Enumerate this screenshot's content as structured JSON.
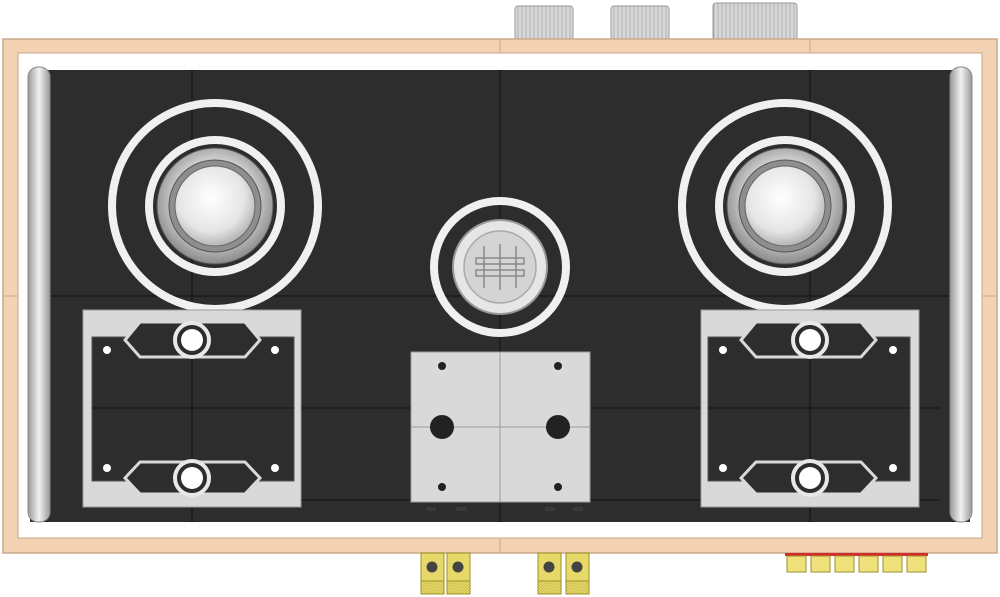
{
  "device": {
    "view": "top",
    "colors": {
      "frame_wood": "#f3d2b3",
      "frame_edge": "#c9a88a",
      "panel": "#2d2d2d",
      "panel_lines": "#111111",
      "metal_light": "#e8e8e8",
      "metal_mid": "#bdbdbd",
      "ring": "#f2f2f2",
      "plate": "#d9d9d9",
      "terminal_gold": "#e6d96a",
      "terminal_red": "#d42a2a"
    },
    "knobs_count": 3,
    "speaker_cones_count": 2,
    "center_tube_count": 1,
    "output_transformer_plates_count": 2,
    "power_transformer_plate_count": 1,
    "speaker_terminal_pairs_count": 2,
    "input_terminals_count": 6
  }
}
